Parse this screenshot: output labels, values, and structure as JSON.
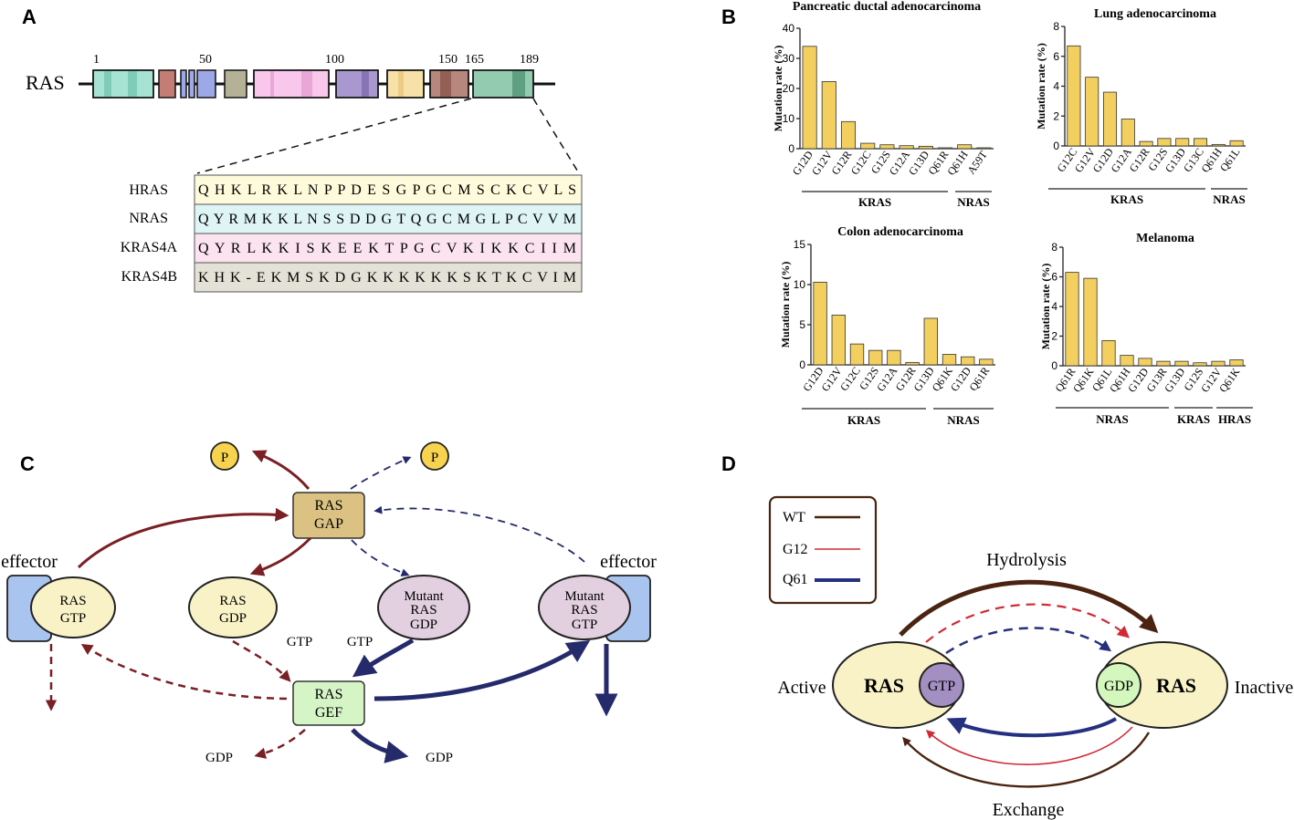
{
  "panels": {
    "a": {
      "letter": "A",
      "protein_label": "RAS",
      "position_labels": [
        "1",
        "50",
        "100",
        "150",
        "165",
        "189"
      ],
      "alignment": [
        {
          "name": "HRAS",
          "sequence": "Q H K L R K L N P P D E S G P G C M S C K C V L S",
          "color": "#fdfbdb"
        },
        {
          "name": "NRAS",
          "sequence": "Q Y R M K K L N S S D D G T Q G C M G L P C V V M",
          "color": "#dff5f5"
        },
        {
          "name": "KRAS4A",
          "sequence": "Q Y R L K K I S K E E K T P G C V K I K K C I I M",
          "color": "#fbe3ef"
        },
        {
          "name": "KRAS4B",
          "sequence": "K H K - E K M S K D G K K K K K K S K T K C V I M",
          "color": "#e4e1d6"
        }
      ]
    },
    "b": {
      "letter": "B",
      "ylabel": "Mutation rate (%)",
      "charts": [
        {
          "title": "Pancreatic ductal adenocarcinoma",
          "yticks": [
            "0",
            "10",
            "20",
            "30",
            "40"
          ],
          "group_labels": [
            "KRAS",
            "NRAS"
          ],
          "tick_labels": [
            "G12D",
            "G12V",
            "G12R",
            "G12C",
            "G12S",
            "G12A",
            "G13D",
            "Q61R",
            "Q61H",
            "A59T"
          ]
        },
        {
          "title": "Lung adenocarcinoma",
          "yticks": [
            "0",
            "2",
            "4",
            "6",
            "8"
          ],
          "group_labels": [
            "KRAS",
            "NRAS"
          ],
          "tick_labels": [
            "G12C",
            "G12V",
            "G12D",
            "G12A",
            "G12R",
            "G12S",
            "G13D",
            "G13C",
            "Q61H",
            "Q61L"
          ]
        },
        {
          "title": "Colon adenocarcinoma",
          "yticks": [
            "0",
            "5",
            "10",
            "15"
          ],
          "group_labels": [
            "KRAS",
            "NRAS"
          ],
          "tick_labels": [
            "G12D",
            "G12V",
            "G12C",
            "G12S",
            "G12A",
            "G12R",
            "G13D",
            "Q61K",
            "G12D",
            "Q61R"
          ]
        },
        {
          "title": "Melanoma",
          "yticks": [
            "0",
            "2",
            "4",
            "6",
            "8"
          ],
          "group_labels": [
            "NRAS",
            "KRAS",
            "HRAS"
          ],
          "tick_labels": [
            "Q61R",
            "Q61K",
            "Q61L",
            "Q61H",
            "G12D",
            "G13R",
            "G13D",
            "G12S",
            "G12V",
            "Q61K"
          ]
        }
      ]
    },
    "c": {
      "letter": "C",
      "p_label": "P",
      "gap": [
        "RAS",
        "GAP"
      ],
      "gef": [
        "RAS",
        "GEF"
      ],
      "ras_gtp": [
        "RAS",
        "GTP"
      ],
      "ras_gdp": [
        "RAS",
        "GDP"
      ],
      "mutant_gdp": [
        "Mutant",
        "RAS",
        "GDP"
      ],
      "mutant_gtp": [
        "Mutant",
        "RAS",
        "GTP"
      ],
      "effector": "effector",
      "gtp": "GTP",
      "gdp": "GDP"
    },
    "d": {
      "letter": "D",
      "legend": [
        "WT",
        "G12",
        "Q61"
      ],
      "hydrolysis": "Hydrolysis",
      "exchange": "Exchange",
      "active": "Active",
      "inactive": "Inactive",
      "ras": "RAS",
      "gtp": "GTP",
      "gdp": "GDP"
    }
  },
  "chart_data": [
    {
      "type": "bar",
      "title": "Pancreatic ductal adenocarcinoma",
      "ylabel": "Mutation rate (%)",
      "ylim": [
        0,
        40
      ],
      "categories": [
        "G12D",
        "G12V",
        "G12R",
        "G12C",
        "G12S",
        "G12A",
        "G13D",
        "Q61R",
        "Q61H",
        "A59T"
      ],
      "values": [
        34,
        22.3,
        9,
        1.8,
        1.3,
        1.0,
        0.8,
        0.3,
        1.3,
        0.3
      ]
    },
    {
      "type": "bar",
      "title": "Lung adenocarcinoma",
      "ylabel": "Mutation rate (%)",
      "ylim": [
        0,
        8
      ],
      "categories": [
        "G12C",
        "G12V",
        "G12D",
        "G12A",
        "G12R",
        "G12S",
        "G13D",
        "G13C",
        "Q61H",
        "Q61L"
      ],
      "values": [
        6.7,
        4.6,
        3.6,
        1.8,
        0.3,
        0.5,
        0.5,
        0.5,
        0.1,
        0.35
      ]
    },
    {
      "type": "bar",
      "title": "Colon adenocarcinoma",
      "ylabel": "Mutation rate (%)",
      "ylim": [
        0,
        15
      ],
      "categories": [
        "G12D",
        "G12V",
        "G12C",
        "G12S",
        "G12A",
        "G12R",
        "G13D",
        "Q61K",
        "G12D",
        "Q61R"
      ],
      "values": [
        10.3,
        6.2,
        2.6,
        1.8,
        1.8,
        0.3,
        5.8,
        1.3,
        1.0,
        0.7
      ]
    },
    {
      "type": "bar",
      "title": "Melanoma",
      "ylabel": "Mutation rate (%)",
      "ylim": [
        0,
        8
      ],
      "categories": [
        "Q61R",
        "Q61K",
        "Q61L",
        "Q61H",
        "G12D",
        "G13R",
        "G13D",
        "G12S",
        "G12V",
        "Q61K"
      ],
      "values": [
        6.3,
        5.9,
        1.7,
        0.7,
        0.5,
        0.3,
        0.3,
        0.2,
        0.3,
        0.4
      ]
    }
  ],
  "colors": {
    "dark_red": "#7a1f24",
    "navy": "#252a6b",
    "brown": "#4a2411",
    "red": "#d12a35",
    "blue": "#253080",
    "bar": "#f2cf5e"
  }
}
